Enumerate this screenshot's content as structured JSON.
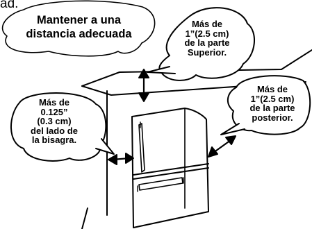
{
  "top_fragment": "ad.",
  "heading": [
    "Mantener a una",
    "distancia adecuada"
  ],
  "callouts": {
    "top": [
      "Más de",
      "1”(2.5 cm)",
      "de la parte",
      "Superior."
    ],
    "hinge_side": [
      "Más de",
      "0.125”",
      "(0.3 cm)",
      "del lado de",
      "la bisagra."
    ],
    "rear": [
      "Más de",
      "1”(2.5 cm)",
      "de la parte",
      "posterior."
    ]
  },
  "colors": {
    "ink": "#000000",
    "background": "#ffffff"
  },
  "icons": [
    "refrigerator-illustration",
    "double-arrow-icon",
    "speech-bubble"
  ]
}
